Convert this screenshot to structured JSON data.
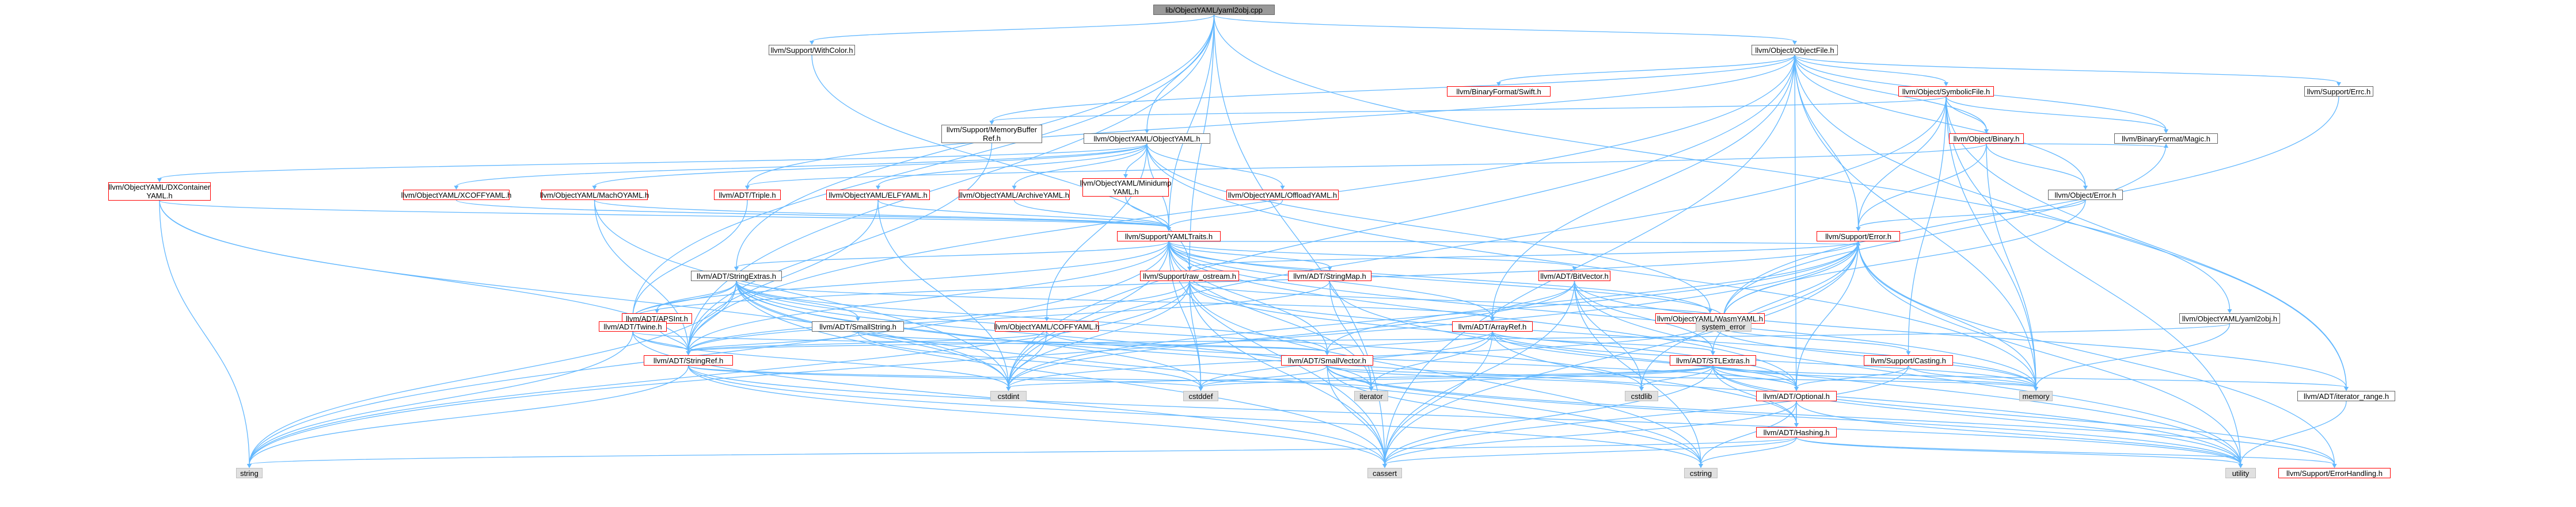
{
  "graph": {
    "nodes": [
      {
        "id": "root",
        "label": "lib/ObjectYAML/yaml2obj.cpp",
        "kind": "root"
      },
      {
        "id": "withcolor",
        "label": "llvm/Support/WithColor.h",
        "kind": "ok"
      },
      {
        "id": "objectfile",
        "label": "llvm/Object/ObjectFile.h",
        "kind": "ok"
      },
      {
        "id": "bfswift",
        "label": "llvm/BinaryFormat/Swift.h",
        "kind": "red"
      },
      {
        "id": "symbolicfile",
        "label": "llvm/Object/SymbolicFile.h",
        "kind": "red"
      },
      {
        "id": "errc",
        "label": "llvm/Support/Errc.h",
        "kind": "ok"
      },
      {
        "id": "membuf",
        "label": "llvm/Support/MemoryBuffer\nRef.h",
        "kind": "ok"
      },
      {
        "id": "objectyaml",
        "label": "llvm/ObjectYAML/ObjectYAML.h",
        "kind": "ok"
      },
      {
        "id": "binary",
        "label": "llvm/Object/Binary.h",
        "kind": "red"
      },
      {
        "id": "magic",
        "label": "llvm/BinaryFormat/Magic.h",
        "kind": "ok"
      },
      {
        "id": "dxcontainer",
        "label": "llvm/ObjectYAML/DXContainer\nYAML.h",
        "kind": "red"
      },
      {
        "id": "xcoff",
        "label": "llvm/ObjectYAML/XCOFFYAML.h",
        "kind": "red"
      },
      {
        "id": "macho",
        "label": "llvm/ObjectYAML/MachOYAML.h",
        "kind": "red"
      },
      {
        "id": "triple",
        "label": "llvm/ADT/Triple.h",
        "kind": "red"
      },
      {
        "id": "elfyaml",
        "label": "llvm/ObjectYAML/ELFYAML.h",
        "kind": "red"
      },
      {
        "id": "archive",
        "label": "llvm/ObjectYAML/ArchiveYAML.h",
        "kind": "red"
      },
      {
        "id": "minidump",
        "label": "llvm/ObjectYAML/Minidump\nYAML.h",
        "kind": "red"
      },
      {
        "id": "offload",
        "label": "llvm/ObjectYAML/OffloadYAML.h",
        "kind": "red"
      },
      {
        "id": "objerror",
        "label": "llvm/Object/Error.h",
        "kind": "ok"
      },
      {
        "id": "yamltraits",
        "label": "llvm/Support/YAMLTraits.h",
        "kind": "red"
      },
      {
        "id": "supporterror",
        "label": "llvm/Support/Error.h",
        "kind": "red"
      },
      {
        "id": "stringextras",
        "label": "llvm/ADT/StringExtras.h",
        "kind": "ok"
      },
      {
        "id": "rawostream",
        "label": "llvm/Support/raw_ostream.h",
        "kind": "red"
      },
      {
        "id": "stringmap",
        "label": "llvm/ADT/StringMap.h",
        "kind": "red"
      },
      {
        "id": "bitvector",
        "label": "llvm/ADT/BitVector.h",
        "kind": "red"
      },
      {
        "id": "wasmyaml",
        "label": "llvm/ObjectYAML/WasmYAML.h",
        "kind": "red"
      },
      {
        "id": "sysalias",
        "label": "system_error",
        "kind": "sys"
      },
      {
        "id": "yaml2obj",
        "label": "llvm/ObjectYAML/yaml2obj.h",
        "kind": "ok"
      },
      {
        "id": "apsint",
        "label": "llvm/ADT/APSInt.h",
        "kind": "red"
      },
      {
        "id": "twine",
        "label": "llvm/ADT/Twine.h",
        "kind": "red"
      },
      {
        "id": "smallstring",
        "label": "llvm/ADT/SmallString.h",
        "kind": "ok"
      },
      {
        "id": "coffyaml",
        "label": "llvm/ObjectYAML/COFFYAML.h",
        "kind": "red"
      },
      {
        "id": "arrayref",
        "label": "llvm/ADT/ArrayRef.h",
        "kind": "red"
      },
      {
        "id": "casting",
        "label": "llvm/Support/Casting.h",
        "kind": "red"
      },
      {
        "id": "stlextras",
        "label": "llvm/ADT/STLExtras.h",
        "kind": "red"
      },
      {
        "id": "stringref",
        "label": "llvm/ADT/StringRef.h",
        "kind": "red"
      },
      {
        "id": "smallvector",
        "label": "llvm/ADT/SmallVector.h",
        "kind": "red"
      },
      {
        "id": "cstdint",
        "label": "cstdint",
        "kind": "sys"
      },
      {
        "id": "cstddef",
        "label": "cstddef",
        "kind": "sys"
      },
      {
        "id": "iterator",
        "label": "iterator",
        "kind": "sys"
      },
      {
        "id": "cstdlib",
        "label": "cstdlib",
        "kind": "sys"
      },
      {
        "id": "optional",
        "label": "llvm/ADT/Optional.h",
        "kind": "red"
      },
      {
        "id": "memory",
        "label": "memory",
        "kind": "sys"
      },
      {
        "id": "iterrange",
        "label": "llvm/ADT/iterator_range.h",
        "kind": "ok"
      },
      {
        "id": "hashing",
        "label": "llvm/ADT/Hashing.h",
        "kind": "red"
      },
      {
        "id": "string",
        "label": "string",
        "kind": "sys"
      },
      {
        "id": "cassert",
        "label": "cassert",
        "kind": "sys"
      },
      {
        "id": "cstring",
        "label": "cstring",
        "kind": "sys"
      },
      {
        "id": "utility",
        "label": "utility",
        "kind": "sys"
      },
      {
        "id": "errorhandling",
        "label": "llvm/Support/ErrorHandling.h",
        "kind": "red"
      }
    ],
    "edges": [
      [
        "root",
        "withcolor"
      ],
      [
        "root",
        "objectfile"
      ],
      [
        "root",
        "objectyaml"
      ],
      [
        "root",
        "yamltraits"
      ],
      [
        "root",
        "stringextras"
      ],
      [
        "root",
        "twine"
      ],
      [
        "root",
        "stringref"
      ],
      [
        "root",
        "rawostream"
      ],
      [
        "root",
        "yaml2obj"
      ],
      [
        "root",
        "cassert"
      ],
      [
        "withcolor",
        "rawostream"
      ],
      [
        "objectfile",
        "bfswift"
      ],
      [
        "objectfile",
        "symbolicfile"
      ],
      [
        "objectfile",
        "errc"
      ],
      [
        "objectfile",
        "membuf"
      ],
      [
        "objectfile",
        "magic"
      ],
      [
        "objectfile",
        "objerror"
      ],
      [
        "objectfile",
        "binary"
      ],
      [
        "objectfile",
        "supporterror"
      ],
      [
        "objectfile",
        "triple"
      ],
      [
        "objectfile",
        "arrayref"
      ],
      [
        "objectfile",
        "stringref"
      ],
      [
        "objectfile",
        "iterrange"
      ],
      [
        "objectfile",
        "memory"
      ],
      [
        "objectfile",
        "cassert"
      ],
      [
        "objectfile",
        "cstdint"
      ],
      [
        "objectfile",
        "hashing"
      ],
      [
        "symbolicfile",
        "binary"
      ],
      [
        "symbolicfile",
        "membuf"
      ],
      [
        "symbolicfile",
        "supporterror"
      ],
      [
        "symbolicfile",
        "magic"
      ],
      [
        "symbolicfile",
        "iterrange"
      ],
      [
        "symbolicfile",
        "memory"
      ],
      [
        "symbolicfile",
        "cstdint"
      ],
      [
        "symbolicfile",
        "utility"
      ],
      [
        "symbolicfile",
        "casting"
      ],
      [
        "binary",
        "objerror"
      ],
      [
        "binary",
        "supporterror"
      ],
      [
        "binary",
        "triple"
      ],
      [
        "binary",
        "memory"
      ],
      [
        "binary",
        "magic"
      ],
      [
        "errc",
        "sysalias"
      ],
      [
        "magic",
        "sysalias"
      ],
      [
        "objerror",
        "sysalias"
      ],
      [
        "objerror",
        "supporterror"
      ],
      [
        "membuf",
        "stringref"
      ],
      [
        "objectyaml",
        "dxcontainer"
      ],
      [
        "objectyaml",
        "xcoff"
      ],
      [
        "objectyaml",
        "macho"
      ],
      [
        "objectyaml",
        "elfyaml"
      ],
      [
        "objectyaml",
        "archive"
      ],
      [
        "objectyaml",
        "minidump"
      ],
      [
        "objectyaml",
        "offload"
      ],
      [
        "objectyaml",
        "wasmyaml"
      ],
      [
        "objectyaml",
        "coffyaml"
      ],
      [
        "objectyaml",
        "yamltraits"
      ],
      [
        "objectyaml",
        "memory"
      ],
      [
        "dxcontainer",
        "yamltraits"
      ],
      [
        "dxcontainer",
        "stringref"
      ],
      [
        "dxcontainer",
        "cstdint"
      ],
      [
        "dxcontainer",
        "string"
      ],
      [
        "xcoff",
        "yamltraits"
      ],
      [
        "macho",
        "yamltraits"
      ],
      [
        "macho",
        "stringref"
      ],
      [
        "macho",
        "cstdint"
      ],
      [
        "triple",
        "twine"
      ],
      [
        "elfyaml",
        "yamltraits"
      ],
      [
        "elfyaml",
        "stringref"
      ],
      [
        "elfyaml",
        "cstdint"
      ],
      [
        "archive",
        "yamltraits"
      ],
      [
        "minidump",
        "yamltraits"
      ],
      [
        "offload",
        "yamltraits"
      ],
      [
        "yamltraits",
        "stringextras"
      ],
      [
        "yamltraits",
        "rawostream"
      ],
      [
        "yamltraits",
        "stringmap"
      ],
      [
        "yamltraits",
        "bitvector"
      ],
      [
        "yamltraits",
        "twine"
      ],
      [
        "yamltraits",
        "stringref"
      ],
      [
        "yamltraits",
        "smallvector"
      ],
      [
        "yamltraits",
        "arrayref"
      ],
      [
        "yamltraits",
        "optional"
      ],
      [
        "yamltraits",
        "cassert"
      ],
      [
        "yamltraits",
        "iterator"
      ],
      [
        "yamltraits",
        "memory"
      ],
      [
        "yamltraits",
        "sysalias"
      ],
      [
        "yamltraits",
        "string"
      ],
      [
        "yamltraits",
        "cstddef"
      ],
      [
        "yamltraits",
        "cstdint"
      ],
      [
        "yamltraits",
        "supporterror"
      ],
      [
        "supporterror",
        "sysalias"
      ],
      [
        "supporterror",
        "memory"
      ],
      [
        "supporterror",
        "cassert"
      ],
      [
        "supporterror",
        "cstdint"
      ],
      [
        "supporterror",
        "cstdlib"
      ],
      [
        "supporterror",
        "string"
      ],
      [
        "supporterror",
        "utility"
      ],
      [
        "supporterror",
        "twine"
      ],
      [
        "supporterror",
        "stlextras"
      ],
      [
        "supporterror",
        "smallvector"
      ],
      [
        "supporterror",
        "optional"
      ],
      [
        "supporterror",
        "errorhandling"
      ],
      [
        "supporterror",
        "rawostream"
      ],
      [
        "stringextras",
        "apsint"
      ],
      [
        "stringextras",
        "twine"
      ],
      [
        "stringextras",
        "smallstring"
      ],
      [
        "stringextras",
        "stringref"
      ],
      [
        "stringextras",
        "arrayref"
      ],
      [
        "stringextras",
        "cassert"
      ],
      [
        "stringextras",
        "cstddef"
      ],
      [
        "stringextras",
        "cstdint"
      ],
      [
        "stringextras",
        "cstdlib"
      ],
      [
        "stringextras",
        "cstring"
      ],
      [
        "stringextras",
        "iterator"
      ],
      [
        "stringextras",
        "string"
      ],
      [
        "stringextras",
        "utility"
      ],
      [
        "stringextras",
        "smallvector"
      ],
      [
        "rawostream",
        "stringref"
      ],
      [
        "rawostream",
        "cassert"
      ],
      [
        "rawostream",
        "cstddef"
      ],
      [
        "rawostream",
        "cstdint"
      ],
      [
        "rawostream",
        "string"
      ],
      [
        "rawostream",
        "sysalias"
      ],
      [
        "rawostream",
        "optional"
      ],
      [
        "rawostream",
        "cstring"
      ],
      [
        "rawostream",
        "memory"
      ],
      [
        "stringmap",
        "stringref"
      ],
      [
        "stringmap",
        "iterator"
      ],
      [
        "stringmap",
        "utility"
      ],
      [
        "bitvector",
        "arrayref"
      ],
      [
        "bitvector",
        "stlextras"
      ],
      [
        "bitvector",
        "iterrange"
      ],
      [
        "bitvector",
        "cassert"
      ],
      [
        "bitvector",
        "cstdint"
      ],
      [
        "bitvector",
        "cstdlib"
      ],
      [
        "bitvector",
        "utility"
      ],
      [
        "bitvector",
        "cstring"
      ],
      [
        "wasmyaml",
        "casting"
      ],
      [
        "wasmyaml",
        "yamltraits"
      ],
      [
        "wasmyaml",
        "cstdint"
      ],
      [
        "wasmyaml",
        "memory"
      ],
      [
        "yaml2obj",
        "memory"
      ],
      [
        "yaml2obj",
        "stringref"
      ],
      [
        "apsint",
        "stringref"
      ],
      [
        "twine",
        "smallvector"
      ],
      [
        "twine",
        "stringref"
      ],
      [
        "twine",
        "cassert"
      ],
      [
        "twine",
        "cstdint"
      ],
      [
        "twine",
        "string"
      ],
      [
        "smallstring",
        "smallvector"
      ],
      [
        "smallstring",
        "stringref"
      ],
      [
        "smallstring",
        "cstddef"
      ],
      [
        "coffyaml",
        "stringref"
      ],
      [
        "coffyaml",
        "optional"
      ],
      [
        "coffyaml",
        "cstdint"
      ],
      [
        "arrayref",
        "hashing"
      ],
      [
        "arrayref",
        "smallvector"
      ],
      [
        "arrayref",
        "stlextras"
      ],
      [
        "arrayref",
        "cassert"
      ],
      [
        "arrayref",
        "cstddef"
      ],
      [
        "arrayref",
        "iterator"
      ],
      [
        "arrayref",
        "memory"
      ],
      [
        "arrayref",
        "optional"
      ],
      [
        "casting",
        "memory"
      ],
      [
        "casting",
        "cassert"
      ],
      [
        "casting",
        "optional"
      ],
      [
        "stlextras",
        "optional"
      ],
      [
        "stlextras",
        "hashing"
      ],
      [
        "stlextras",
        "iterrange"
      ],
      [
        "stlextras",
        "cassert"
      ],
      [
        "stlextras",
        "cstddef"
      ],
      [
        "stlextras",
        "cstdint"
      ],
      [
        "stlextras",
        "cstdlib"
      ],
      [
        "stlextras",
        "iterator"
      ],
      [
        "stlextras",
        "memory"
      ],
      [
        "stlextras",
        "utility"
      ],
      [
        "stlextras",
        "errorhandling"
      ],
      [
        "stringref",
        "cassert"
      ],
      [
        "stringref",
        "cstddef"
      ],
      [
        "stringref",
        "cstring"
      ],
      [
        "stringref",
        "string"
      ],
      [
        "stringref",
        "utility"
      ],
      [
        "stringref",
        "iterator"
      ],
      [
        "smallvector",
        "cassert"
      ],
      [
        "smallvector",
        "cstddef"
      ],
      [
        "smallvector",
        "cstdlib"
      ],
      [
        "smallvector",
        "cstring"
      ],
      [
        "smallvector",
        "iterator"
      ],
      [
        "smallvector",
        "memory"
      ],
      [
        "smallvector",
        "utility"
      ],
      [
        "smallvector",
        "errorhandling"
      ],
      [
        "optional",
        "hashing"
      ],
      [
        "optional",
        "cassert"
      ],
      [
        "optional",
        "cstring"
      ],
      [
        "optional",
        "utility"
      ],
      [
        "hashing",
        "errorhandling"
      ],
      [
        "hashing",
        "cassert"
      ],
      [
        "hashing",
        "cstring"
      ],
      [
        "hashing",
        "string"
      ],
      [
        "hashing",
        "utility"
      ],
      [
        "iterrange",
        "utility"
      ]
    ]
  }
}
